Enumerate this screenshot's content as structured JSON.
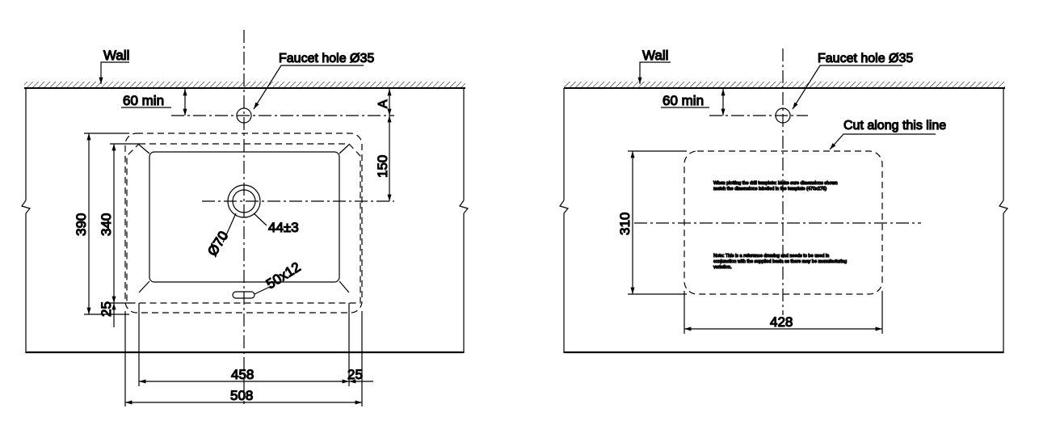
{
  "left_drawing": {
    "wall_label": "Wall",
    "faucet_label": "Faucet hole Ø35",
    "min_clearance": "60 min",
    "dim_a": "A",
    "dim_150": "150",
    "dim_390": "390",
    "dim_340": "340",
    "dim_25_left": "25",
    "drain_diameter": "Ø70",
    "drain_offset": "44±3",
    "overflow_slot": "50x12",
    "dim_458": "458",
    "dim_25_bottom": "25",
    "dim_508": "508"
  },
  "right_drawing": {
    "wall_label": "Wall",
    "faucet_label": "Faucet hole Ø35",
    "min_clearance": "60 min",
    "cut_label": "Cut along this line",
    "dim_310": "310",
    "dim_428": "428",
    "note_plotting_1": "When plotting the drill template: Make sure dimensions shown",
    "note_plotting_2": "match the dimensions labelled in the template (470x275)",
    "note_reference_1": "Note: This is a reference drawing and needs to be used in",
    "note_reference_2": "conjunction with the supplied basin as there may be manufacturing",
    "note_reference_3": "variation."
  },
  "colors": {
    "line": "#000000",
    "background": "#ffffff"
  }
}
